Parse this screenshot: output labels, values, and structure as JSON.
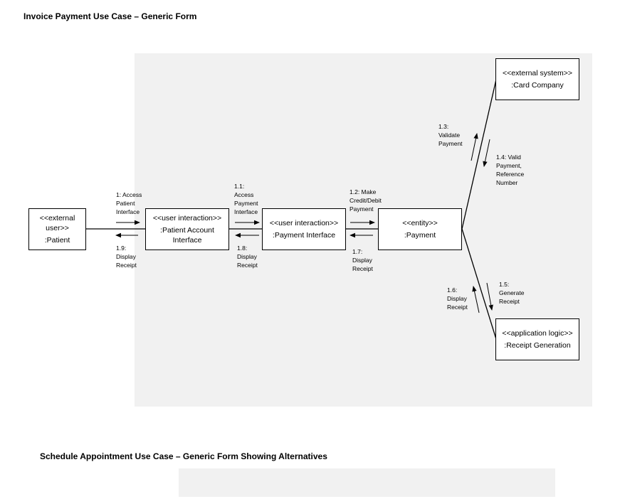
{
  "section1": {
    "heading": "Invoice Payment Use Case – Generic Form"
  },
  "section2": {
    "heading": "Schedule Appointment Use Case – Generic Form Showing Alternatives"
  },
  "diagram": {
    "objects": [
      {
        "id": "patient",
        "stereotype": "<<external user>>",
        "name": ":Patient"
      },
      {
        "id": "patient-account-interface",
        "stereotype": "<<user interaction>>",
        "name": ":Patient Account Interface"
      },
      {
        "id": "payment-interface",
        "stereotype": "<<user interaction>>",
        "name": ":Payment Interface"
      },
      {
        "id": "payment",
        "stereotype": "<<entity>>",
        "name": ":Payment"
      },
      {
        "id": "card-company",
        "stereotype": "<<external system>>",
        "name": ":Card Company"
      },
      {
        "id": "receipt-generation",
        "stereotype": "<<application logic>>",
        "name": ":Receipt Generation"
      }
    ],
    "messages": [
      {
        "id": "m1",
        "lines": [
          "1: Access",
          "Patient",
          "Interface"
        ]
      },
      {
        "id": "m1-1",
        "lines": [
          "1.1:",
          "Access",
          "Payment",
          "Interface"
        ]
      },
      {
        "id": "m1-2",
        "lines": [
          "1.2: Make",
          "Credit/Debit",
          "Payment"
        ]
      },
      {
        "id": "m1-3",
        "lines": [
          "1.3:",
          "Validate",
          "Payment"
        ]
      },
      {
        "id": "m1-4",
        "lines": [
          "1.4: Valid",
          "Payment,",
          "Reference",
          "Number"
        ]
      },
      {
        "id": "m1-5",
        "lines": [
          "1.5:",
          "Generate",
          "Receipt"
        ]
      },
      {
        "id": "m1-6",
        "lines": [
          "1.6:",
          "Display",
          "Receipt"
        ]
      },
      {
        "id": "m1-7",
        "lines": [
          "1.7:",
          "Display",
          "Receipt"
        ]
      },
      {
        "id": "m1-8",
        "lines": [
          "1.8:",
          "Display",
          "Receipt"
        ]
      },
      {
        "id": "m1-9",
        "lines": [
          "1.9:",
          "Display",
          "Receipt"
        ]
      }
    ]
  }
}
